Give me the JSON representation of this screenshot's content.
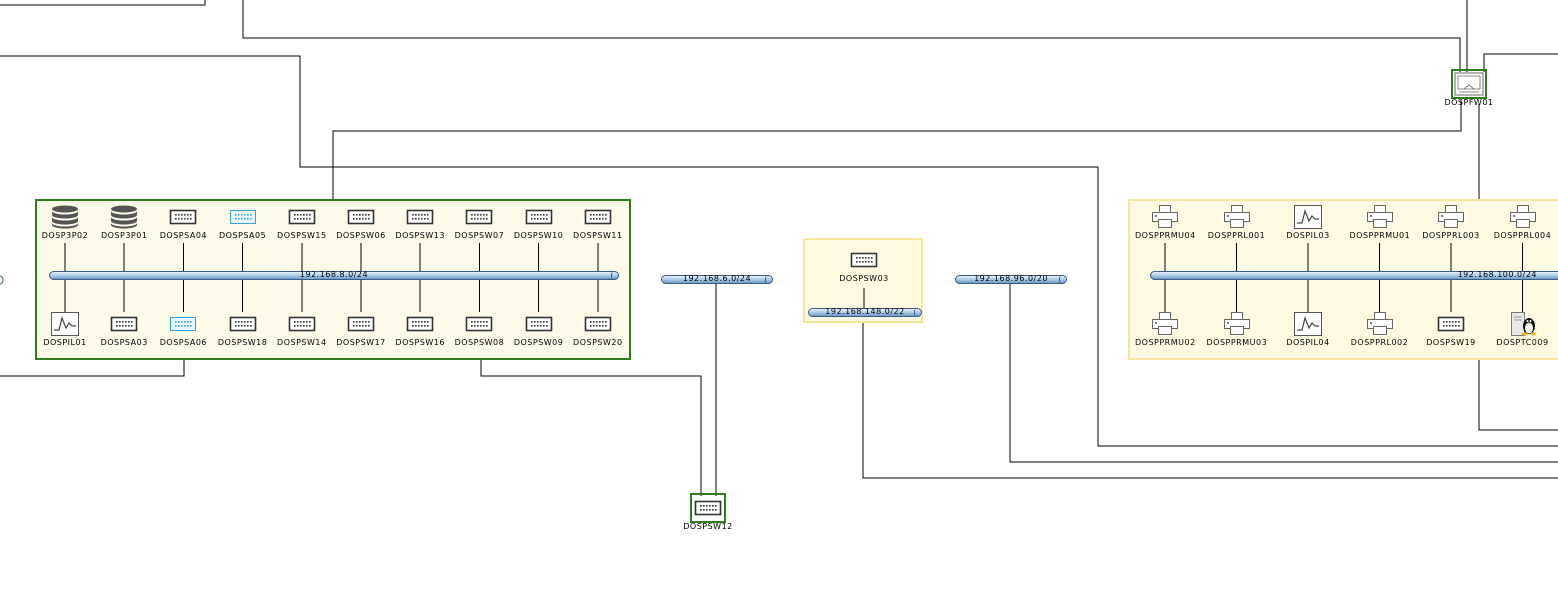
{
  "groups": {
    "left": {
      "network": "192.168.8.0/24",
      "top": [
        "DOSP3P02",
        "DOSP3P01",
        "DOSPSA04",
        "DOSPSA05",
        "DOSPSW15",
        "DOSPSW06",
        "DOSPSW13",
        "DOSPSW07",
        "DOSPSW10",
        "DOSPSW11"
      ],
      "top_icons": [
        "database-icon",
        "database-icon",
        "switch-icon",
        "switch-blue-icon",
        "switch-icon",
        "switch-icon",
        "switch-icon",
        "switch-icon",
        "switch-icon",
        "switch-icon"
      ],
      "bottom": [
        "DOSPIL01",
        "DOSPSA03",
        "DOSPSA06",
        "DOSPSW18",
        "DOSPSW14",
        "DOSPSW17",
        "DOSPSW16",
        "DOSPSW08",
        "DOSPSW09",
        "DOSPSW20"
      ],
      "bottom_icons": [
        "monitor-chart-icon",
        "switch-icon",
        "switch-blue-icon",
        "switch-icon",
        "switch-icon",
        "switch-icon",
        "switch-icon",
        "switch-icon",
        "switch-icon",
        "switch-icon"
      ]
    },
    "middle": {
      "device": "DOSPSW03",
      "network": "192.168.148.0/22"
    },
    "right": {
      "network": "192.168.100.0/24",
      "top": [
        "DOSPPRMU04",
        "DOSPPRL001",
        "DOSPIL03",
        "DOSPPRMU01",
        "DOSPPRL003",
        "DOSPPRL004"
      ],
      "top_icons": [
        "printer-icon",
        "printer-icon",
        "monitor-chart-icon",
        "printer-icon",
        "printer-icon",
        "printer-icon"
      ],
      "bottom": [
        "DOSPPRMU02",
        "DOSPPRMU03",
        "DOSPIL04",
        "DOSPPRL002",
        "DOSPSW19",
        "DOSPTC009"
      ],
      "bottom_icons": [
        "printer-icon",
        "printer-icon",
        "monitor-chart-icon",
        "printer-icon",
        "switch-icon",
        "linux-server-icon"
      ]
    }
  },
  "standalone_networks": [
    "192.168.6.0/24",
    "192.168.96.0/20"
  ],
  "standalone_devices": {
    "firewall": "DOSPFW01",
    "switch": "DOSPSW12"
  },
  "colors": {
    "group_green_border": "#2e7d1c",
    "group_yellow_border": "#f6e59a",
    "network_bar": "#9fc2e2",
    "link": "#000000"
  }
}
